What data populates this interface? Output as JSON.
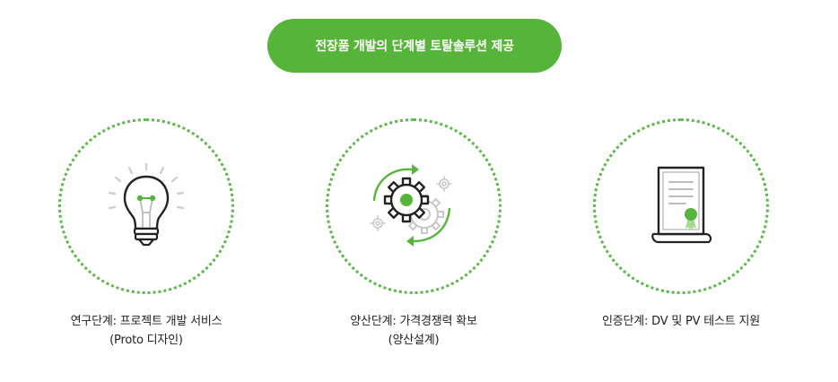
{
  "banner": {
    "title": "전장품 개발의 단계별 토탈솔루션 제공"
  },
  "stages": [
    {
      "icon": "lightbulb-icon",
      "line1": "연구단계: 프로젝트 개발 서비스",
      "line2": "(Proto 디자인)"
    },
    {
      "icon": "gears-cycle-icon",
      "line1": "양산단계: 가격경쟁력 확보",
      "line2": "(양산설계)"
    },
    {
      "icon": "certificate-icon",
      "line1": "인증단계: DV 및 PV 테스트 지원",
      "line2": ""
    }
  ],
  "colors": {
    "accent": "#56b43a",
    "circle_border": "#5ab846",
    "icon_stroke": "#222222",
    "icon_light": "#cccccc"
  }
}
